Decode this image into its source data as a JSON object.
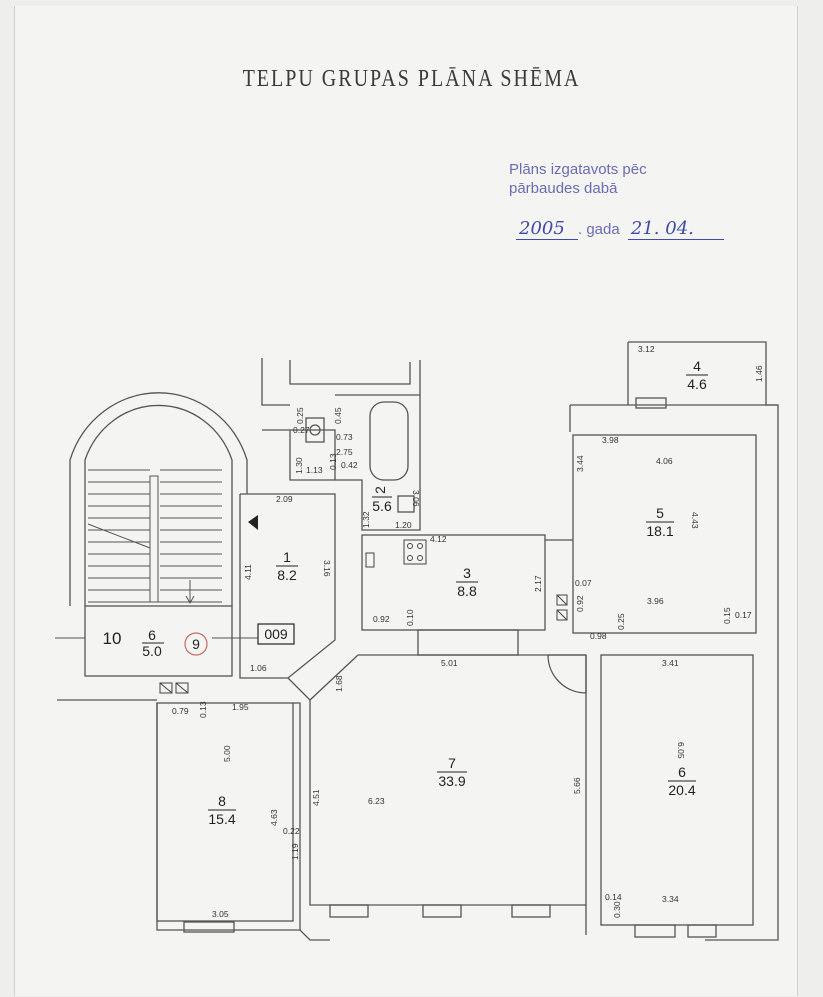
{
  "title": "TELPU GRUPAS PLĀNA SHĒMA",
  "stamp": {
    "line1": "Plāns izgatavots pēc",
    "line2": "pārbaudes dabā",
    "year": "2005",
    "gada": ". gada",
    "day": "21. 04."
  },
  "stair": {
    "left_no": "10",
    "room_no": "6",
    "area": "5.0",
    "circle_no": "9",
    "box_label": "009"
  },
  "rooms": [
    {
      "no": "1",
      "area": "8.2"
    },
    {
      "no": "2",
      "area": "5.6"
    },
    {
      "no": "3",
      "area": "8.8"
    },
    {
      "no": "4",
      "area": "4.6"
    },
    {
      "no": "5",
      "area": "18.1"
    },
    {
      "no": "6",
      "area": "20.4"
    },
    {
      "no": "7",
      "area": "33.9"
    },
    {
      "no": "8",
      "area": "15.4"
    }
  ],
  "dims": {
    "r4_a": "3.12",
    "r4_b": "1.46",
    "wc_a": "0.25",
    "wc_b": "0.45",
    "wc_c": "0.27",
    "wc_d": "0.73",
    "wc_e": "2.75",
    "wc_f": "1.30",
    "wc_g": "1.13",
    "wc_h": "0.13",
    "wc_i": "0.42",
    "r2_a": "3.06",
    "r2_b": "1.32",
    "r2_c": "1.20",
    "r1_a": "2.09",
    "r1_b": "4.11",
    "r1_c": "3.16",
    "r1_d": "1.06",
    "r3_a": "4.12",
    "r3_b": "2.17",
    "r3_c": "0.92",
    "r3_d": "0.10",
    "r5_a": "3.98",
    "r5_b": "3.44",
    "r5_c": "4.06",
    "r5_d": "4.43",
    "r5_e": "0.07",
    "r5_f": "0.92",
    "r5_g": "3.96",
    "r5_h": "0.98",
    "r5_i": "0.25",
    "r5_j": "0.15",
    "r5_k": "0.17",
    "r7_a": "5.01",
    "r7_b": "1.68",
    "r7_c": "4.51",
    "r7_d": "6.23",
    "r7_e": "5.66",
    "r8_a": "0.79",
    "r8_b": "0.13",
    "r8_c": "1.95",
    "r8_d": "5.00",
    "r8_e": "4.63",
    "r8_f": "0.22",
    "r8_g": "1.19",
    "r8_h": "3.05",
    "r6_a": "3.41",
    "r6_b": "6.05",
    "r6_c": "0.14",
    "r6_d": "0.30",
    "r6_e": "3.34"
  }
}
